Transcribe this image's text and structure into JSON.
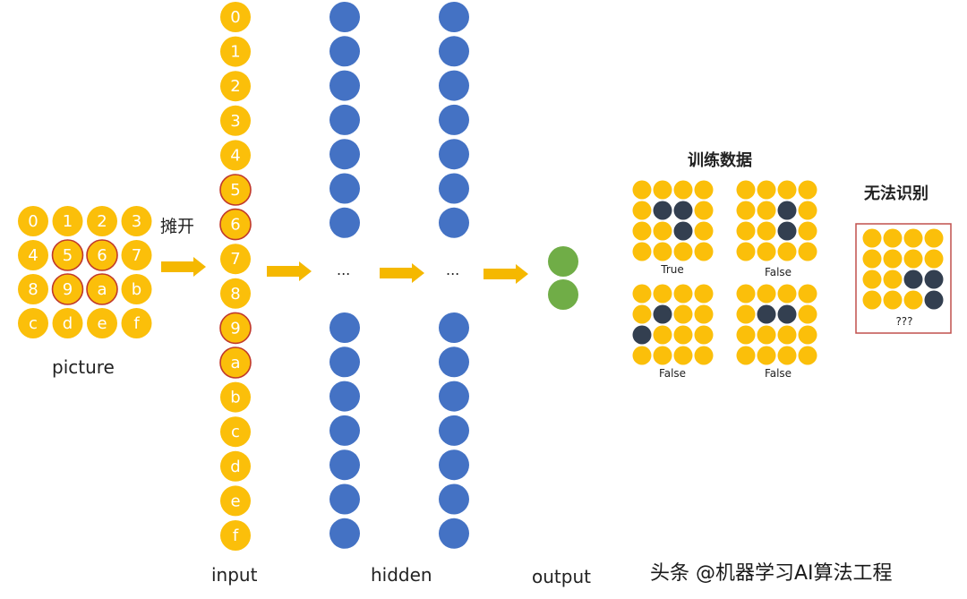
{
  "colors": {
    "yellow": "#fbbf0a",
    "blue": "#4472c4",
    "green": "#70ad47",
    "dark": "#333f50",
    "highlight_ring": "#c0392b",
    "arrow": "#f5b800",
    "box_border": "#c0504d"
  },
  "picture": {
    "label": "picture",
    "rows": [
      [
        "0",
        "1",
        "2",
        "3"
      ],
      [
        "4",
        "5",
        "6",
        "7"
      ],
      [
        "8",
        "9",
        "a",
        "b"
      ],
      [
        "c",
        "d",
        "e",
        "f"
      ]
    ],
    "highlighted": [
      "5",
      "6",
      "9",
      "a"
    ]
  },
  "flatten_label": "摊开",
  "input": {
    "label": "input",
    "nodes": [
      "0",
      "1",
      "2",
      "3",
      "4",
      "5",
      "6",
      "7",
      "8",
      "9",
      "a",
      "b",
      "c",
      "d",
      "e",
      "f"
    ],
    "highlighted": [
      "5",
      "6",
      "9",
      "a"
    ]
  },
  "hidden": {
    "label": "hidden",
    "ellipsis": "..."
  },
  "output": {
    "label": "output"
  },
  "training": {
    "title": "训练数据",
    "samples": [
      {
        "caption": "True",
        "dark": [
          [
            1,
            1
          ],
          [
            1,
            2
          ],
          [
            2,
            2
          ]
        ]
      },
      {
        "caption": "False",
        "dark": [
          [
            1,
            2
          ],
          [
            2,
            2
          ]
        ]
      },
      {
        "caption": "False",
        "dark": [
          [
            1,
            1
          ],
          [
            2,
            0
          ]
        ]
      },
      {
        "caption": "False",
        "dark": [
          [
            1,
            1
          ],
          [
            1,
            2
          ]
        ]
      }
    ]
  },
  "unknown": {
    "title": "无法识别",
    "caption": "???",
    "dark": [
      [
        2,
        2
      ],
      [
        2,
        3
      ],
      [
        3,
        3
      ]
    ]
  },
  "watermark": "头条 @机器学习AI算法工程"
}
